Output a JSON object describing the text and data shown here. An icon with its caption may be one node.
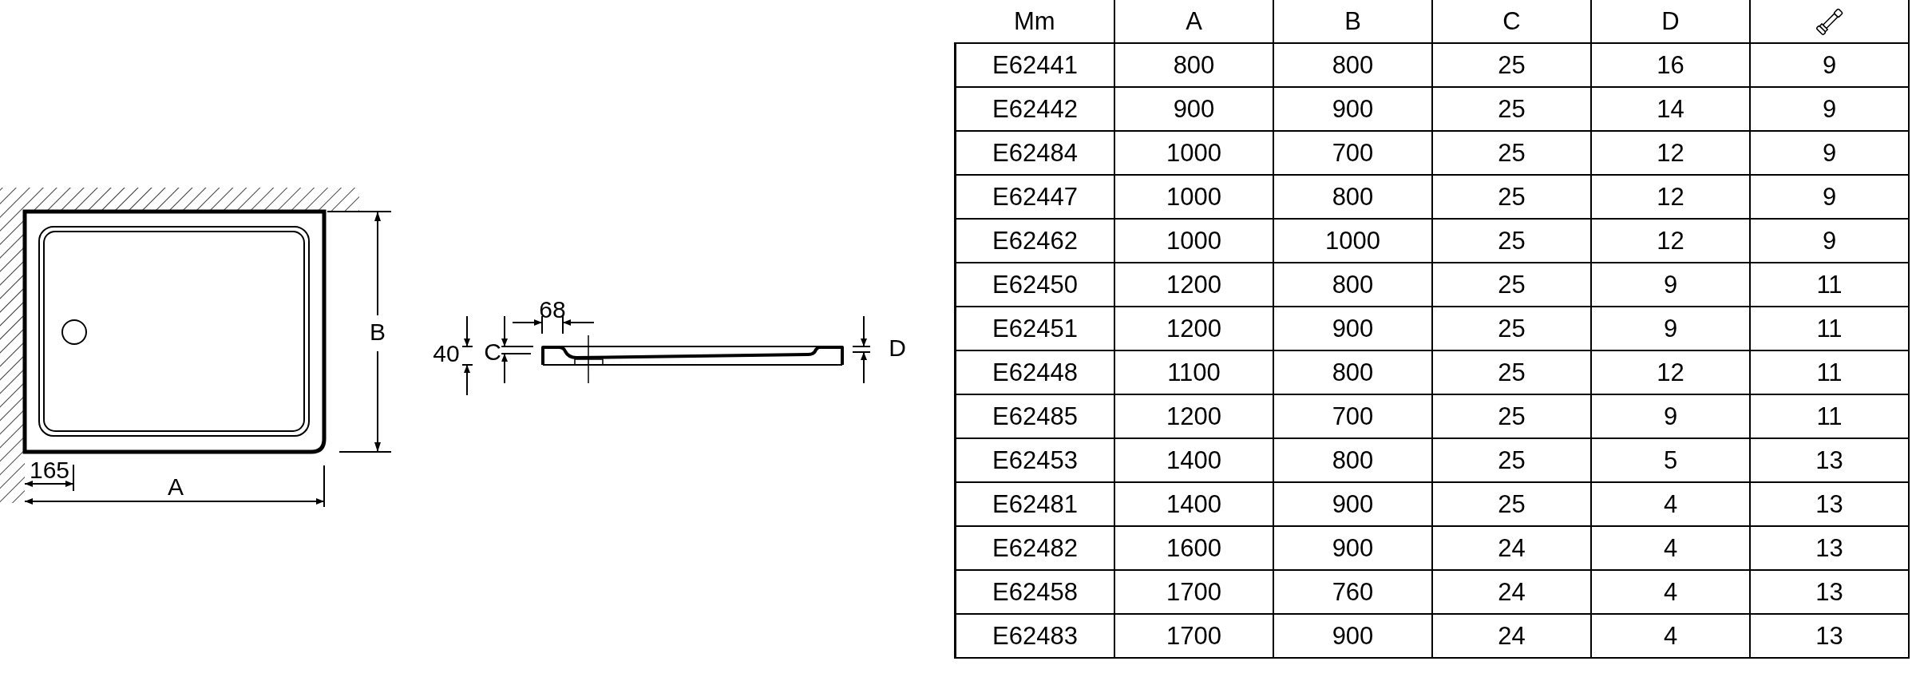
{
  "diagram": {
    "labels": [
      "165",
      "A",
      "B",
      "40",
      "C",
      "68",
      "D",
      "Mm",
      "A",
      "B",
      "C",
      "D",
      "E62441",
      "800",
      "800",
      "25",
      "16",
      "9",
      "E62442",
      "900",
      "900",
      "25",
      "14",
      "9",
      "E62484",
      "1000",
      "700",
      "25",
      "12",
      "9",
      "E62447",
      "1000",
      "800",
      "25",
      "12",
      "9",
      "E62462",
      "1000",
      "1000",
      "25",
      "12",
      "9",
      "E62450",
      "1200",
      "800",
      "25",
      "9",
      "11",
      "E62451",
      "1200",
      "900",
      "25",
      "9",
      "11",
      "E62448",
      "1100",
      "800",
      "25",
      "12",
      "11",
      "E62485",
      "1200",
      "700",
      "25",
      "9",
      "11",
      "E62453",
      "1400",
      "800",
      "25",
      "5",
      "13",
      "E62481",
      "1400",
      "900",
      "25",
      "4",
      "13",
      "E62482",
      "1600",
      "900",
      "24",
      "4",
      "13",
      "E62458",
      "1700",
      "760",
      "24",
      "4",
      "13",
      "E62483",
      "1700",
      "900",
      "24",
      "4",
      "13"
    ]
  }
}
